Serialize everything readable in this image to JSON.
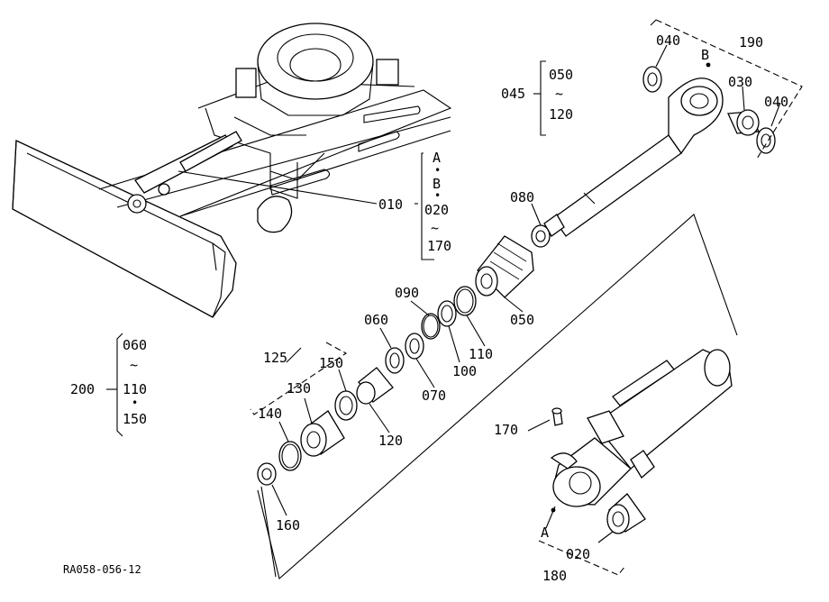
{
  "labels": {
    "p040a": "040",
    "p190": "190",
    "B_top": "B",
    "p030": "030",
    "p040b": "040",
    "p045": "045",
    "p050_range": "050",
    "tilde1": "~",
    "p120_range": "120",
    "A_tag": "A",
    "dot1": "•",
    "B_tag": "B",
    "dot2": "•",
    "p020_range": "020",
    "tilde2": "~",
    "p170_range": "170",
    "p010": "010",
    "p080": "080",
    "p090": "090",
    "p050": "050",
    "p060": "060",
    "p100": "100",
    "p110": "110",
    "p125": "125",
    "p150": "150",
    "p130": "130",
    "p070": "070",
    "p140": "140",
    "p120": "120",
    "p200": "200",
    "p060_range": "060",
    "tilde3": "~",
    "p110_range": "110",
    "dot3": "•",
    "p150_range": "150",
    "p160": "160",
    "p170": "170",
    "A_bottom": "A",
    "p020": "020",
    "p180": "180",
    "code": "RA058-056-12"
  }
}
